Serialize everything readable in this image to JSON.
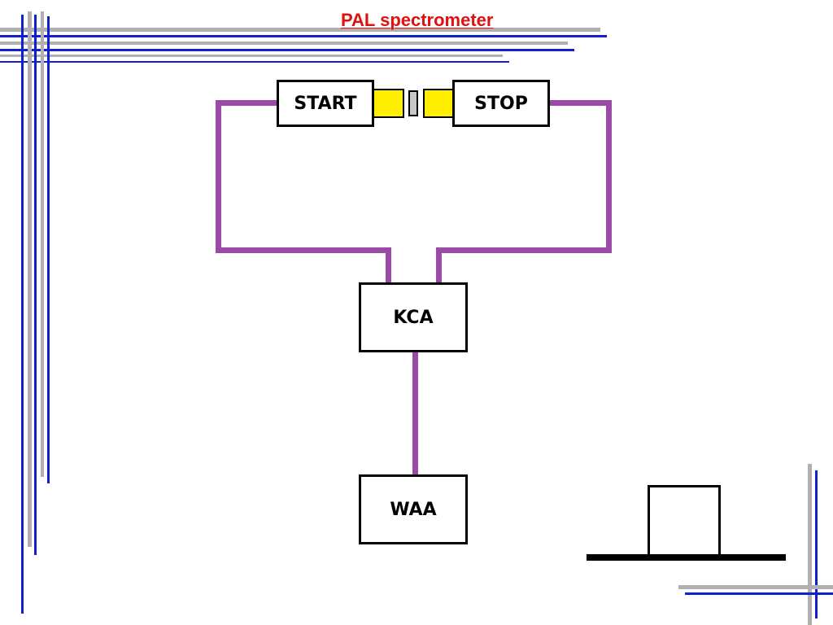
{
  "title": "PAL spectrometer",
  "blocks": {
    "start": "START",
    "stop": "STOP",
    "kca": "KCA",
    "waa": "WAA"
  },
  "colors": {
    "title": "#e01010",
    "wire": "#9b4aa8",
    "detector_crystal": "#ffee00",
    "source_sample": "#c8c8c8",
    "frame_gray": "#b0b0b0",
    "frame_blue": "#1020d0"
  }
}
